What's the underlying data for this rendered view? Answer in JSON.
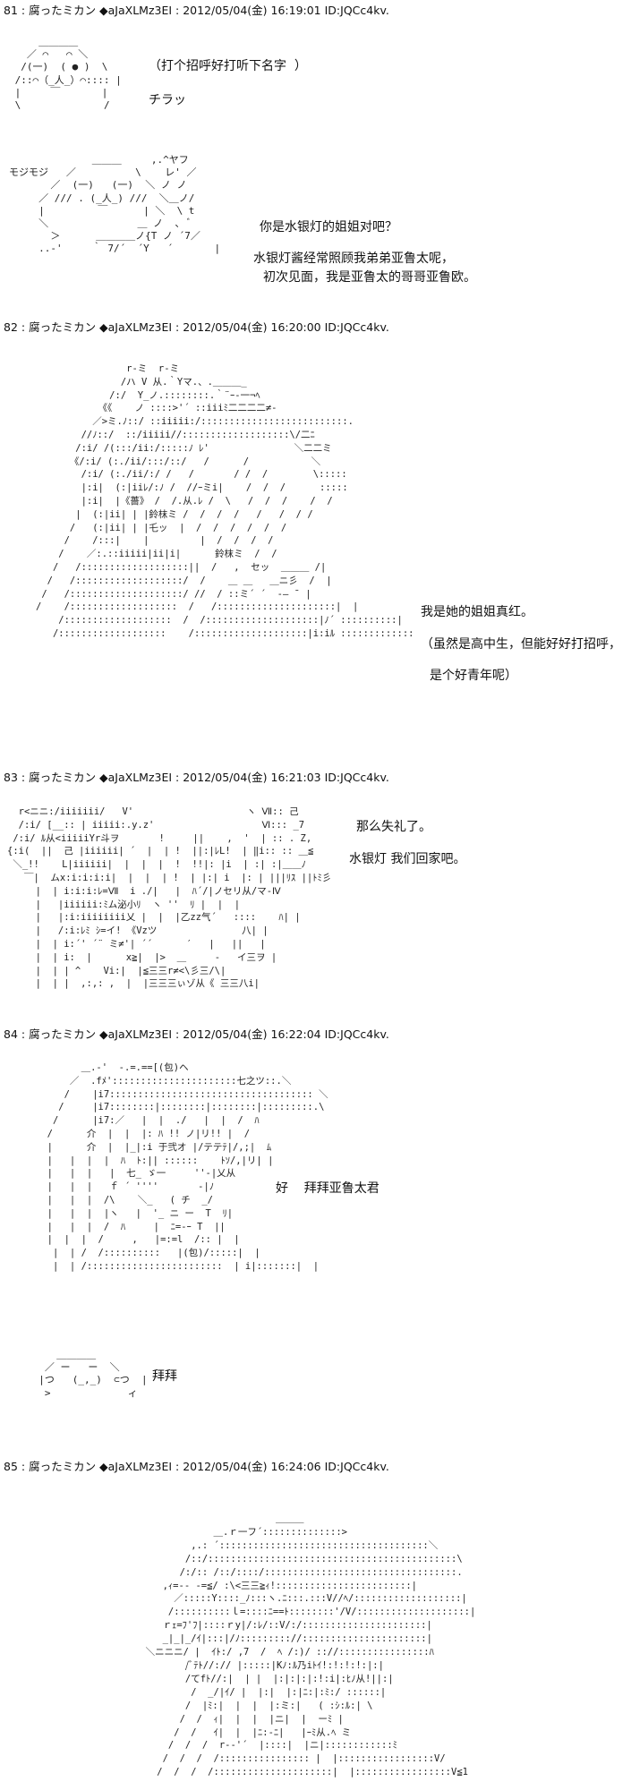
{
  "posts": [
    {
      "header": "81 : 腐ったミカン ◆aJaXLMz3EI : 2012/05/04(金) 16:19:01 ID:JQCc4kv.",
      "aa1": "     ＿＿＿＿\n   ／ ⌒   ⌒ ＼\n  /(一)  ( ● )  \\\n /::⌒（_人_）⌒:::: |\n |     ￣       |\n \\              /",
      "aa2": "              ＿＿＿     ,.^ヤフ\nモジモジ   ／          \\    レ' ／\n       ／  (一)   (一)  ＼ ノ ノ\n     ／ /// . (_人_) ///  ＼＿ノ/\n     |         ￣      | ＼  \\ t\n     ＼               ＿ ノ  、 ﾞ\n       ＞      ＿＿＿＿ノ{T ノ ´7／\n     ..-'     ｀ 7/´  ´Y   ´       |",
      "dialog": [
        "（打个招呼好打听下名字  ）",
        "チラッ",
        "你是水银灯的姐姐对吧？",
        "水银灯酱经常照顾我弟弟亚鲁太呢，",
        "初次见面，我是亚鲁太的哥哥亚鲁欧。"
      ]
    },
    {
      "header": "82 : 腐ったミカン ◆aJaXLMz3EI : 2012/05/04(金) 16:20:00 ID:JQCc4kv.",
      "aa": "                r‐ミ  r‐ミ\n               /ハ V 从.｀Yマ.、.＿＿＿_\n             /:/  Y_ノ.::::::::.｀¨ｰ-一¬ﾍ\n           《《    ノ ::::>'´ ::iiiﾐ二二二二≠-\n          ／>ミ.ﾉ::/ ::iiiii:/::::::::::::::::::::::::::.\n        //ﾉ::/  ::/iiiii//:::::::::::::::::::\\/二ﾆ\n       /:i/ /(:::/ii:/:::::ﾉ ﾚ'               ＼二二ミ\n      《/:i/ (:./ii/:::/::/   /      /           ＼\n        /:i/ (:./ii/:/ /   /       / /  /        \\:::::\n        |:i|  (:|iiﾚ/:ﾉ /  //ｰミi|    /  /  /      :::::\n        |:i|  |《薔》 /  /.从.ﾚ /  \\   /  /  /    /  /\n       |  (:|ii| | |鈴枺ミ /  /  /  /   /   /  / /\n      /   (:|ii| | |乇ッ  |  /  /  /  /  /  /\n     /    /:::|    |         |  /  /  /  /\n    /    ／:.::iiiii|ii|i|      鈴枺ミ  /  /\n   /   /:::::::::::::::::::||  /   ,  セッ  ＿＿＿ /|\n  /   /:::::::::::::::::::/  /    ＿ ＿   ＿ニ彡  /  |\n /   /::::::::::::::::::::/ //  / ::ミ´ ´  -― ̄  |\n/    /:::::::::::::::::::  /   /:::::::::::::::::::::|  |\n    /:::::::::::::::::::  /  /::::::::::::::::::::|ﾉ´ ::::::::::|\n   /:::::::::::::::::::    /::::::::::::::::::::|i:iﾙ :::::::::::::",
      "dialog": [
        "我是她的姐姐真红。",
        "（虽然是高中生，但能好好打招呼，",
        "是个好青年呢）"
      ]
    },
    {
      "header": "83 : 腐ったミカン ◆aJaXLMz3EI : 2012/05/04(金) 16:21:03 ID:JQCc4kv.",
      "aa": "  r<ニニ:/iiiiiii/   V'                    ヽ Ⅶ:: 己\n  /:i/ [__:: | iiiii:.y.z'                   Ⅵ::: _7\n /:i/ ﾙ从<iiiiiYr斗ヲ       !     ||    ,  '  | :: . Z,\n{:i(  ||  己 |iiiiii| ´  |  | !  ||:|ﾚL!  | ‖i:: :: ＿≦\n ＼_!!    L|iiiiii|  |  |  |  !  !!|: |i  | :| :|＿＿ﾉ\n   ￣|  ムx:i:i:i:i|  |  |  | !  | |:| i  |: | |||ﾘｽ ||ﾄﾐ彡\n     |  | i:i:i:ﾚ=Ⅶ  i ./|   |  ﾊ´/|ノセリ从/マ-Ⅳ\n     |   |iiiiii:ﾐム泌小ﾘ  ヽ ''  ﾘ |  |  |\n     |   |:i:iiiiiiii乂 |  |  |乙zz气´   ::::    ﾊ| |\n     |   /:i:ﾚﾐ ｼ=イ! 《Vzツ               八| |\n     |  | i:´' ´¨ ミ≠'| ´´      ′   |   ||   |\n     |  | i:  |      x≧|  |>  ＿     -   イ三ヲ |\n     |  | | ^    Vi:|  |≦三三r≠<\\彡三/\\|\n     |  | |  ,:,: ,  |  |三三三ぃゾ从《 三三八i|",
      "dialog": [
        "那么失礼了。",
        "水银灯 我们回家吧。"
      ]
    },
    {
      "header": "84 : 腐ったミカン ◆aJaXLMz3EI : 2012/05/04(金) 16:22:04 ID:JQCc4kv.",
      "aa1": "        ＿.-'  -.=.==[(包)ヘ\n      ／  .fﾒ'::::::::::::::::::::::七之ツ::.＼\n     /    |i7:::::::::::::::::::::::::::::::::::: ＼\n    /     |i7::::::::|::::::::|::::::::|:::::::::.\\\n   /      |i7:／   |  |  ./   |  |  /  ﾊ\n  /      介  |  |  |: ﾊ !! ノ|リ!! |  /\n  |      介  |  |_|:i 于弐オ |/テテﾃ|/,;|  ﾑ\n  |   |  |  |  ﾊ  ﾄ:|| ::::::    ﾄｿ/,|リ| |\n  |   |  |   |  七_ ゞ一     ''-|乂从\n  |   |  |   ｆ ´ ''''       -|ﾉ\n  |   |  |  /\\    ＼_   ( チ  _/\n  |   |  |  |ヽ   |  '_ ニ ー  T  ﾘ|\n  |   |  |  /  ﾊ     |  ﾆ=-ｰ T  ||\n  |  |  |  /     ,   |=:=l  /:: |  |\n   |  | /  /::::::::::   |(包)/:::::|  |\n   |  | /::::::::::::::::::::::::  | i|:::::::|  |",
      "aa2": "     ＿＿＿＿\n   ／ ー   ー  ＼\n  |つ   (_,_)  ⊂つ  |\n   >             ィ",
      "dialog": [
        "好    拜拜亚鲁太君",
        "拜拜"
      ]
    },
    {
      "header": "85 : 腐ったミカン ◆aJaXLMz3EI : 2012/05/04(金) 16:24:06 ID:JQCc4kv.",
      "aa": "                         ＿＿＿\n              ＿.ｒ一フ´::::::::::::::>\n          ,.: ´:::::::::::::::::::::::::::::::::::::＼\n         /::/::::::::::::::::::::::::::::::::::::::::::::\\\n        /:/:: /::/::::/::::::::::::::::::::::::::::::::::.\n     ,ｨ=‐‐ ‐=≦/ :\\<三三≧ｨ!::::::::::::::::::::::::|\n       ／:::::Y::::_ﾉ:::ヽ.ﾆ:::.:::V//ﾍ/:::::::::::::::::::|\n      /::::::::::ｌ=::::ﾆ==ﾄ::::::::'/V/::::::::::::::::::::|\n     ｒｪ=ﾌ'ﾌ|::::ｒy|/:ﾚ/::V/:/::::::::::::::::::::::|\n     _|_|_/ｲ|:::|/ﾉ::::::::://::::::::::::::::::::::|\n  ＼ニニニ/ |  ｲﾄ:/ ,7  /  ﾍ /:)/ :://::::::::::::::::ﾊ\n         /ﾞﾃﾄ//:// |:::::|Kﾉ:ﾙ乃iﾄｲ!:!:!:!:|:|\n         /てfﾄ//:|  | |  |:|:|:|:!:i|:ﾋﾉ从!||:|\n          /  _/|ｲ/ |  |:|  |:|ﾆ:|:ﾐ:/ ::::::|\n         /  |ﾐ:|  |  |  |:ミ:|   ( :ｼ:ﾙ:| \\\n        /  /  ｨ|  |  |  |ニ|  |  ーﾐ |\n       /  /   ｲ|  |  |ﾆ:-ﾆ|   |ｰﾐ从.ﾍ ミ\n      /  /  /  r‐‐'´  |::::|  |ニ|::::::::::::ﾐ\n     /  /  /  /:::::::::::::::: |  |:::::::::::::::::V/\n    /  /  /  /:::::::::::::::::::::|  |:::::::::::::::::V≦1"
    }
  ]
}
